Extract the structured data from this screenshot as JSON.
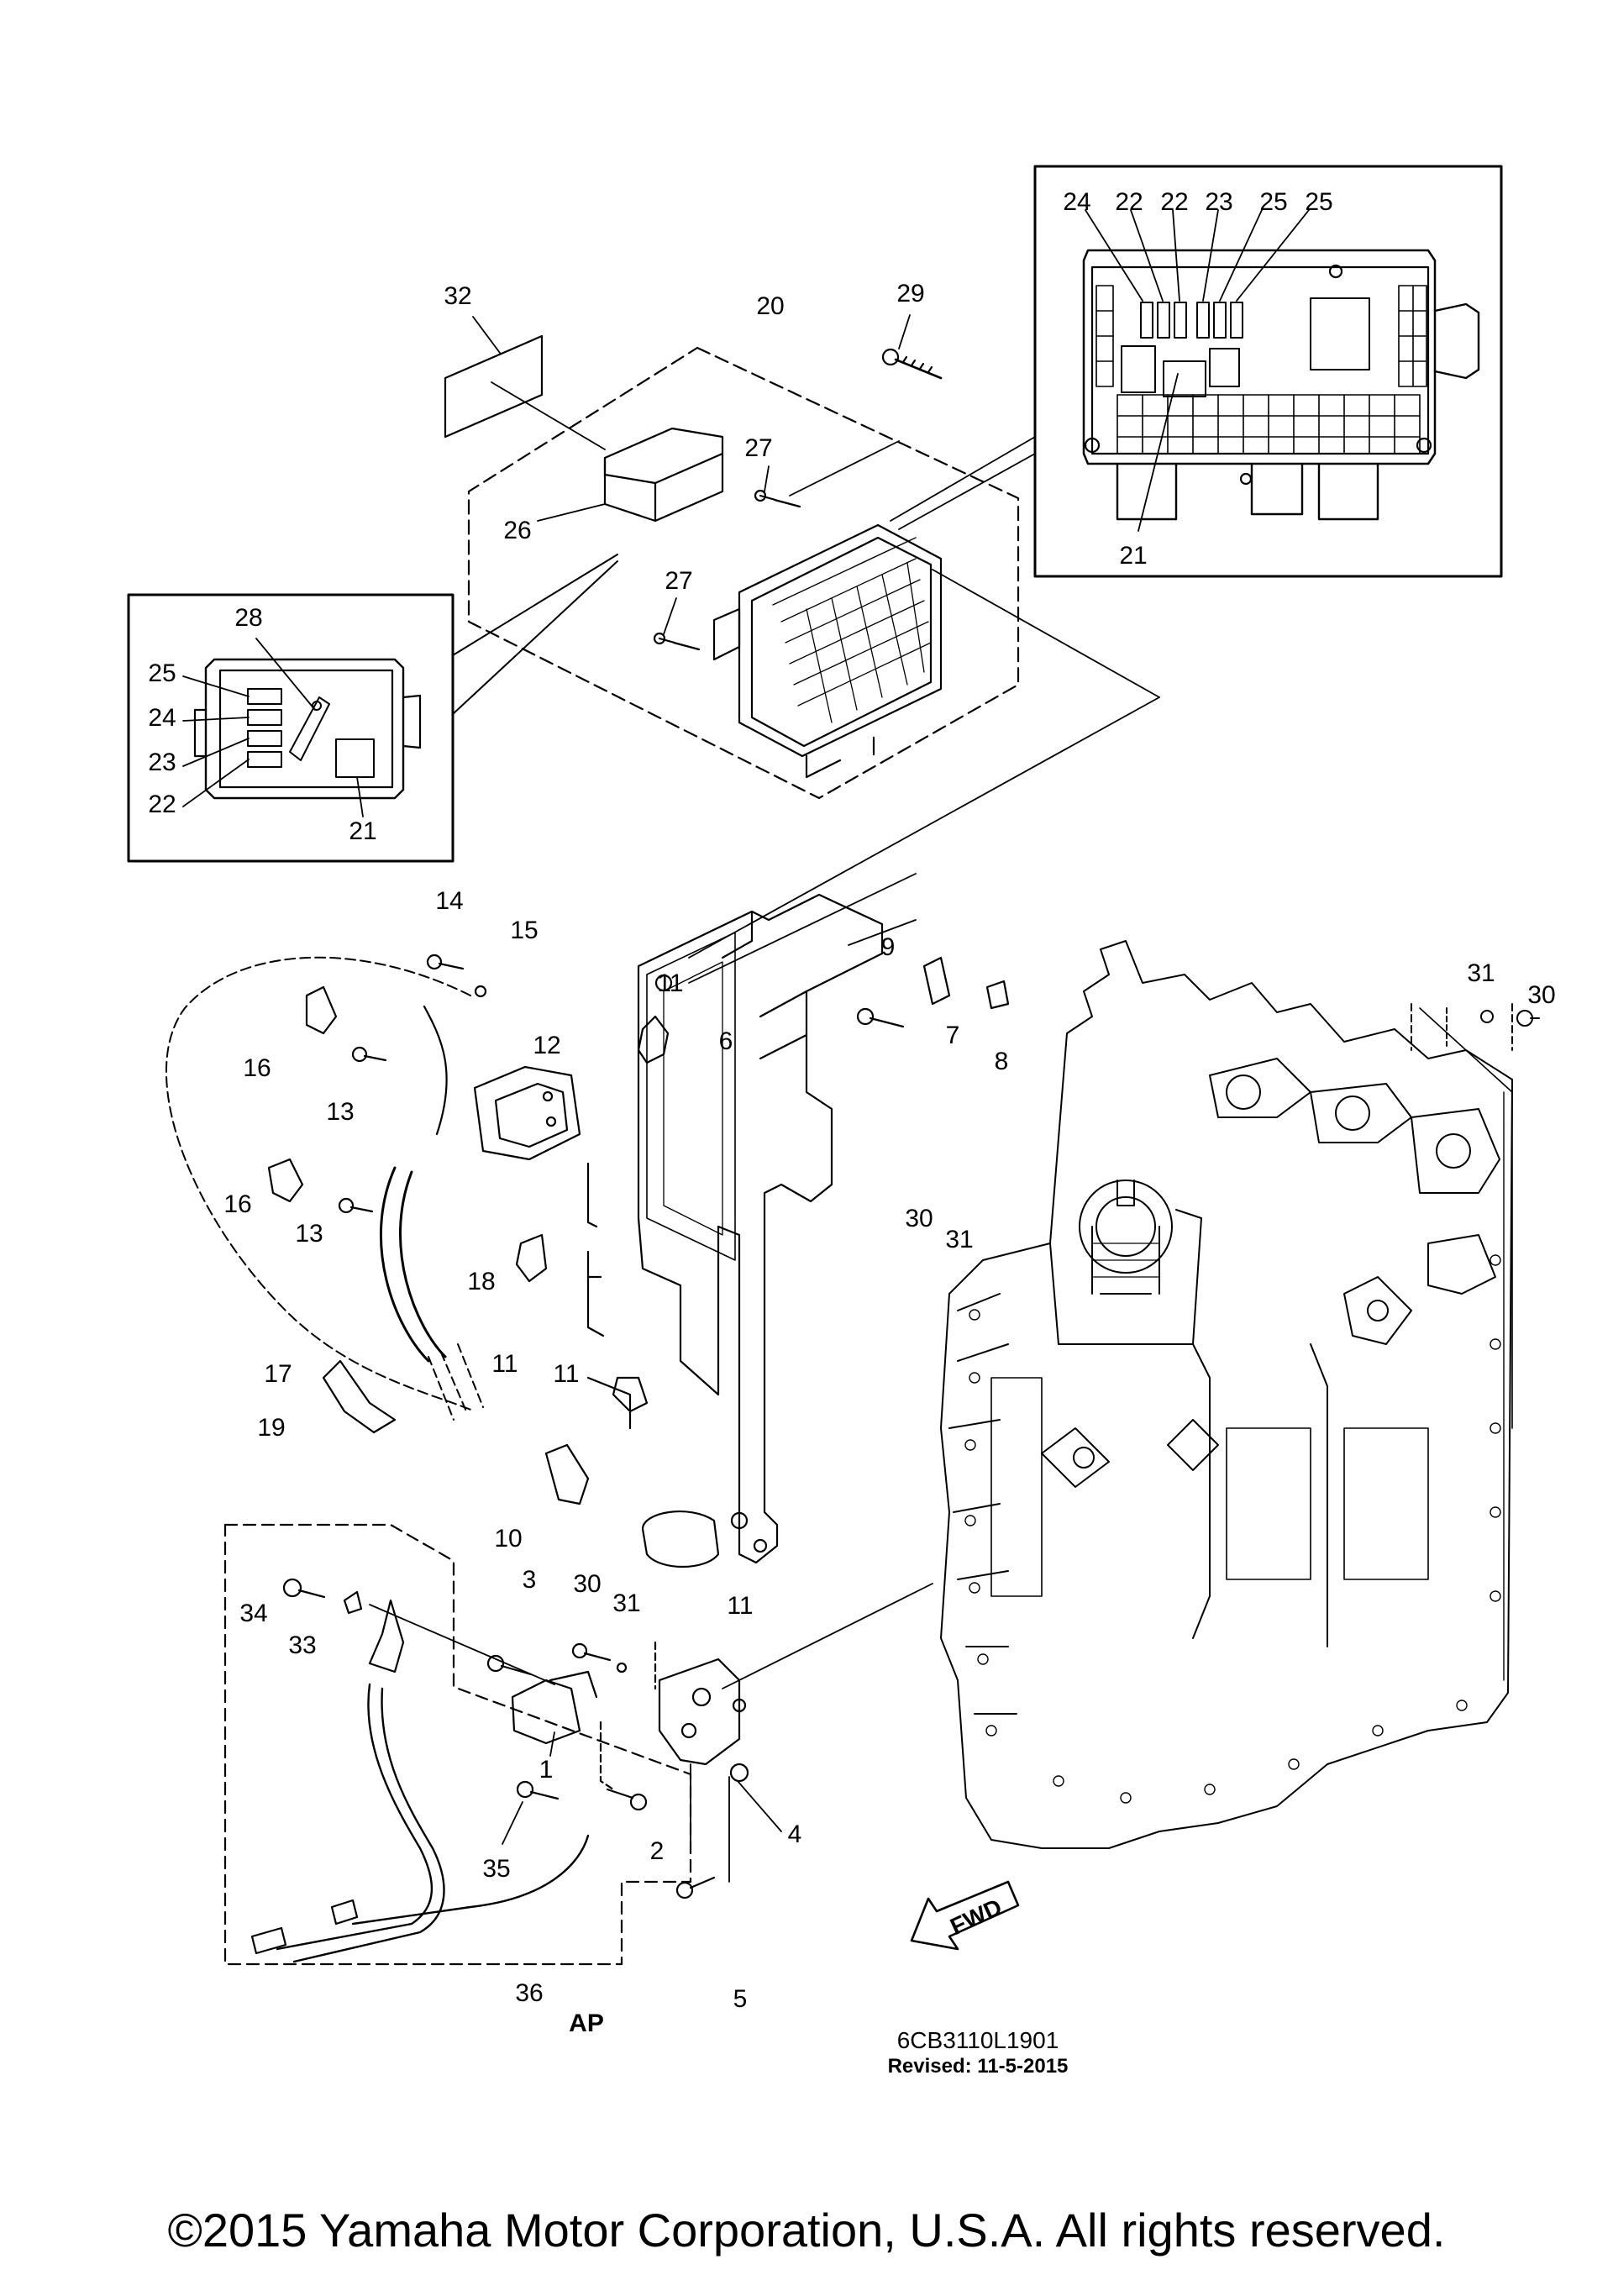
{
  "diagram": {
    "drawing_code": "6CB3110L1901",
    "revised": "Revised: 11-5-2015",
    "ap_label": "AP",
    "fwd_label": "FWD",
    "copyright": "©2015 Yamaha Motor Corporation, U.S.A. All rights reserved."
  },
  "callouts": {
    "c1": "1",
    "c2": "2",
    "c3": "3",
    "c4": "4",
    "c5": "5",
    "c6": "6",
    "c7": "7",
    "c8": "8",
    "c9": "9",
    "c10": "10",
    "c11a": "11",
    "c11b": "11",
    "c11c": "11",
    "c11d": "11",
    "c12": "12",
    "c13a": "13",
    "c13b": "13",
    "c14": "14",
    "c15": "15",
    "c16a": "16",
    "c16b": "16",
    "c17": "17",
    "c18": "18",
    "c19": "19",
    "c20": "20",
    "c21a": "21",
    "c21b": "21",
    "c22a": "22",
    "c22b": "22",
    "c22c": "22",
    "c23a": "23",
    "c23b": "23",
    "c24a": "24",
    "c24b": "24",
    "c25a": "25",
    "c25b": "25",
    "c25c": "25",
    "c26": "26",
    "c27a": "27",
    "c27b": "27",
    "c28": "28",
    "c29": "29",
    "c30a": "30",
    "c30b": "30",
    "c30c": "30",
    "c31a": "31",
    "c31b": "31",
    "c31c": "31",
    "c32": "32",
    "c33": "33",
    "c34": "34",
    "c35": "35",
    "c36": "36"
  }
}
